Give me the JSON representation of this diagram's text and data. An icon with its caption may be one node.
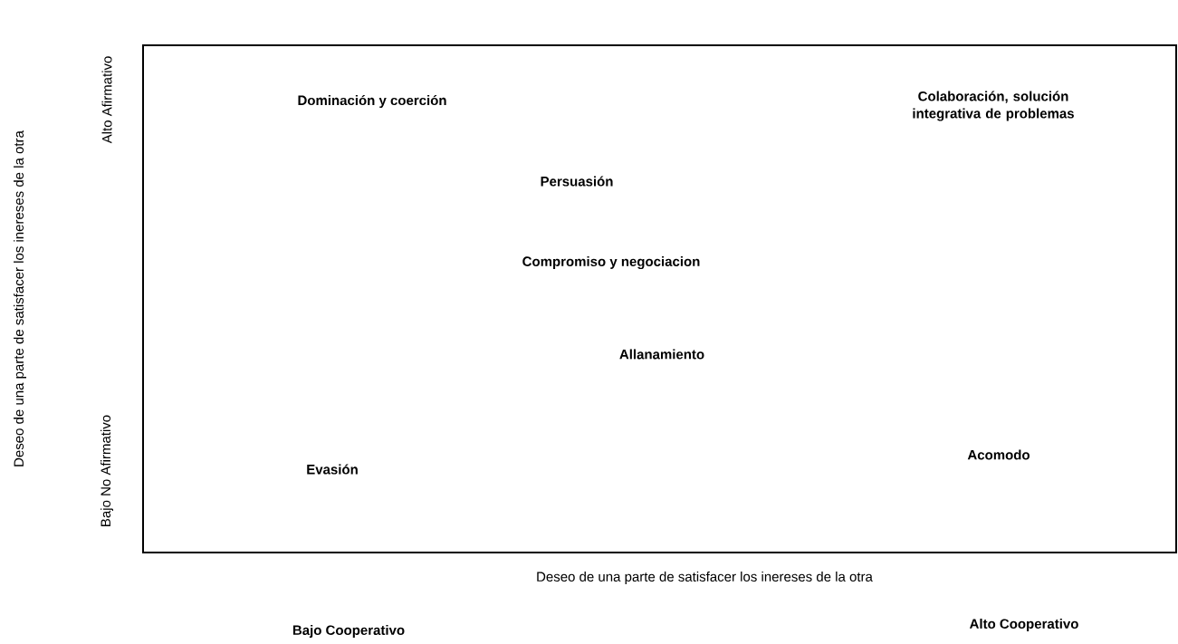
{
  "diagram": {
    "labels": [
      "Deseo de una parte de satisfacer los inereses de la otra",
      "Alto Afirmativo",
      "Bajo No Afirmativo",
      "Dominación y coerción",
      "Colaboración, solución integrativa de problemas",
      "Persuasión",
      "Compromiso y negociacion",
      "Allanamiento",
      "Acomodo",
      "Evasión",
      "Deseo de una parte de satisfacer los inereses de la otra",
      "Bajo Cooperativo",
      "Alto Cooperativo"
    ]
  }
}
